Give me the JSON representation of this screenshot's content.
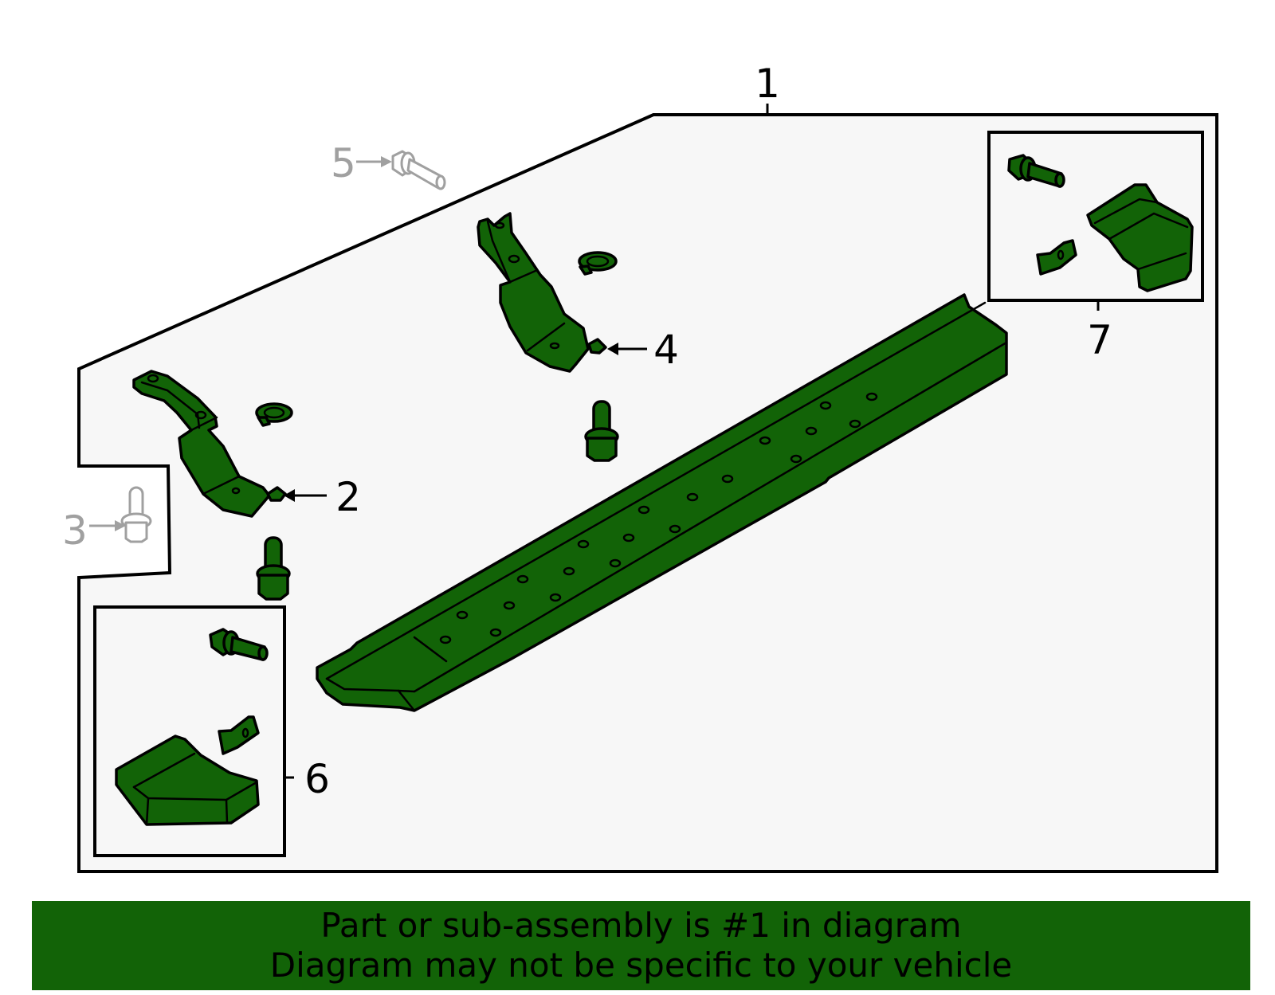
{
  "diagram": {
    "title_callout": "1",
    "colors": {
      "part_fill": "#126307",
      "outline": "#000000",
      "background": "#f7f7f7",
      "not_included": "#a0a0a0"
    },
    "callouts": [
      {
        "number": "1",
        "label": "Running board assembly",
        "included": true
      },
      {
        "number": "2",
        "label": "Front bracket",
        "included": true
      },
      {
        "number": "3",
        "label": "Bolt",
        "included": false
      },
      {
        "number": "4",
        "label": "Rear bracket",
        "included": true
      },
      {
        "number": "5",
        "label": "Bolt",
        "included": false
      },
      {
        "number": "6",
        "label": "Front end cap kit",
        "included": true
      },
      {
        "number": "7",
        "label": "Rear end cap kit",
        "included": true
      }
    ]
  },
  "banner": {
    "line1": "Part or sub-assembly is #1 in diagram",
    "line2": "Diagram may not be specific to your vehicle"
  }
}
